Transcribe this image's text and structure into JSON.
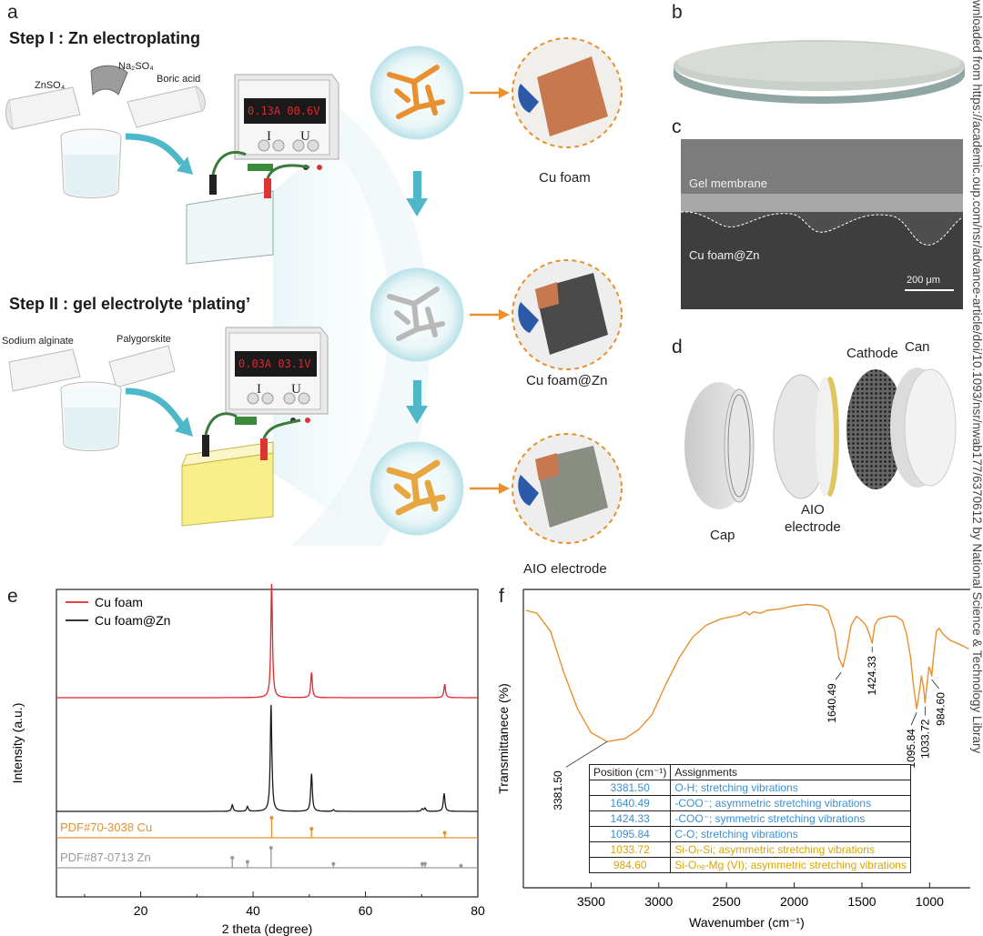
{
  "panels": {
    "a": "a",
    "b": "b",
    "c": "c",
    "d": "d",
    "e": "e",
    "f": "f"
  },
  "panel_a": {
    "step1": "Step I :  Zn electroplating",
    "step2": "Step II : gel electrolyte ‘plating’",
    "znso4": "ZnSO₄",
    "na2so4": "Na₂SO₄",
    "boric": "Boric acid",
    "alginate": "Sodium alginate",
    "palygorskite": "Palygorskite",
    "display1": "0.13A  00.6V",
    "display2": "0.03A  03.1V",
    "knob_i": "I",
    "knob_u": "U",
    "cu_foam": "Cu foam",
    "cu_foam_zn": "Cu foam@Zn",
    "aio": "AIO electrode"
  },
  "panel_c": {
    "gel": "Gel membrane",
    "cufoam": "Cu foam@Zn",
    "scale": "200 μm"
  },
  "panel_d": {
    "cathode": "Cathode",
    "can": "Can",
    "cap": "Cap",
    "aio_1": "AIO",
    "aio_2": "electrode"
  },
  "colors": {
    "orange": "#e8902e",
    "teal": "#4fb8c8",
    "red": "#e0262c",
    "black": "#1a1a1a",
    "gold": "#d9a500",
    "blue": "#3c8fd0",
    "gray": "#9a9a9a"
  },
  "chart_data": [
    {
      "type": "line",
      "panel": "e",
      "xlabel": "2 theta (degree)",
      "ylabel": "Intensity (a.u.)",
      "xlim": [
        5,
        80
      ],
      "xticks": [
        20,
        40,
        60,
        80
      ],
      "legend": [
        "Cu foam",
        "Cu foam@Zn"
      ],
      "legend_position": "top-left",
      "series": [
        {
          "name": "Cu foam",
          "color": "#e0262c",
          "peaks": [
            [
              43.3,
              1.0
            ],
            [
              50.4,
              0.22
            ],
            [
              74.1,
              0.12
            ]
          ]
        },
        {
          "name": "Cu foam@Zn",
          "color": "#1a1a1a",
          "peaks": [
            [
              36.3,
              0.04
            ],
            [
              39.0,
              0.03
            ],
            [
              43.2,
              0.65
            ],
            [
              50.4,
              0.23
            ],
            [
              54.3,
              0.01
            ],
            [
              70.1,
              0.015
            ],
            [
              70.6,
              0.02
            ],
            [
              74.0,
              0.11
            ]
          ]
        }
      ],
      "references": [
        {
          "name": "PDF#70-3038 Cu",
          "color": "#e8902e",
          "lines": [
            [
              43.3,
              1.0
            ],
            [
              50.4,
              0.45
            ],
            [
              74.1,
              0.25
            ]
          ]
        },
        {
          "name": "PDF#87-0713 Zn",
          "color": "#9a9a9a",
          "lines": [
            [
              36.3,
              0.5
            ],
            [
              39.0,
              0.3
            ],
            [
              43.2,
              1.0
            ],
            [
              54.3,
              0.2
            ],
            [
              70.1,
              0.2
            ],
            [
              70.6,
              0.2
            ],
            [
              77.0,
              0.1
            ]
          ]
        }
      ]
    },
    {
      "type": "line",
      "panel": "f",
      "xlabel": "Wavenumber (cm⁻¹)",
      "ylabel": "Transmittanece (%)",
      "xlim": [
        4000,
        700
      ],
      "xticks": [
        3500,
        3000,
        2500,
        2000,
        1500,
        1000
      ],
      "series": [
        {
          "name": "",
          "color": "#e8902e",
          "x": [
            3980,
            3900,
            3800,
            3700,
            3600,
            3500,
            3381.5,
            3250,
            3150,
            3050,
            2950,
            2850,
            2750,
            2650,
            2550,
            2450,
            2400,
            2360,
            2330,
            2300,
            2250,
            2200,
            2100,
            2000,
            1900,
            1800,
            1750,
            1700,
            1670,
            1640.49,
            1610,
            1580,
            1540,
            1500,
            1470,
            1445,
            1424.33,
            1405,
            1380,
            1350,
            1300,
            1250,
            1200,
            1170,
            1140,
            1120,
            1095.84,
            1075,
            1060,
            1045,
            1033.72,
            1020,
            1005,
            995,
            984.6,
            970,
            950,
            930,
            900,
            850,
            800,
            750,
            710
          ],
          "y": [
            0.93,
            0.92,
            0.86,
            0.72,
            0.6,
            0.52,
            0.49,
            0.5,
            0.53,
            0.58,
            0.68,
            0.77,
            0.84,
            0.88,
            0.9,
            0.91,
            0.915,
            0.925,
            0.915,
            0.925,
            0.92,
            0.93,
            0.935,
            0.945,
            0.95,
            0.945,
            0.93,
            0.86,
            0.77,
            0.74,
            0.8,
            0.88,
            0.91,
            0.895,
            0.88,
            0.85,
            0.82,
            0.88,
            0.9,
            0.905,
            0.91,
            0.91,
            0.895,
            0.85,
            0.77,
            0.68,
            0.6,
            0.66,
            0.71,
            0.67,
            0.62,
            0.68,
            0.74,
            0.73,
            0.71,
            0.78,
            0.86,
            0.87,
            0.85,
            0.83,
            0.82,
            0.81,
            0.8
          ]
        }
      ],
      "annotations": [
        "3381.50",
        "1640.49",
        "1424.33",
        "1095.84",
        "1033.72",
        "984.60"
      ],
      "table": {
        "headers": [
          "Position (cm⁻¹)",
          "Assignments"
        ],
        "rows": [
          {
            "pos": "3381.50",
            "text": "O-H; stretching vibrations",
            "color": "blue"
          },
          {
            "pos": "1640.49",
            "text": "-COO⁻; asymmetric stretching vibrations",
            "color": "blue"
          },
          {
            "pos": "1424.33",
            "text": "-COO⁻; symmetric stretching vibrations",
            "color": "blue"
          },
          {
            "pos": "1095.84",
            "text": "C-O; stretching vibrations",
            "color": "blue"
          },
          {
            "pos": "1033.72",
            "text": "Si-Oᵣ-Si; asymmetric stretching vibrations",
            "color": "gold"
          },
          {
            "pos": "984.60",
            "text": "Si-Oₙₑ-Mg (VI); asymmetric stretching vibrations",
            "color": "gold"
          }
        ]
      }
    }
  ],
  "watermark": "wnloaded from https://academic.oup.com/nsr/advance-article/doi/10.1093/nsr/nwab177/6370612 by National Science & Technology Library"
}
